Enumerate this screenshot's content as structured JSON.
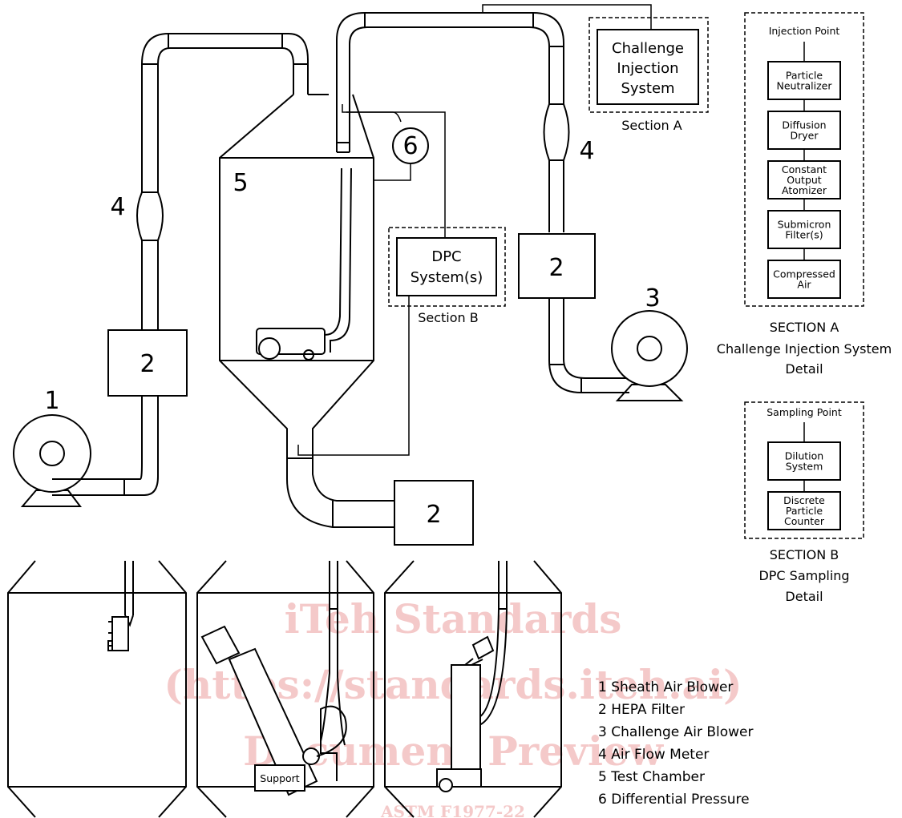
{
  "numbers": {
    "n1": "1",
    "n2": "2",
    "n3": "3",
    "n4": "4",
    "n5": "5",
    "n6": "6"
  },
  "main": {
    "challenge_injection_lines": [
      "Challenge",
      "Injection",
      "System"
    ],
    "section_a_caption": "Section A",
    "dpc_system_lines": [
      "DPC",
      "System(s)"
    ],
    "section_b_caption": "Section B",
    "support_label": "Support"
  },
  "section_a_detail": {
    "header": "Injection Point",
    "boxes": [
      [
        "Particle",
        "Neutralizer"
      ],
      [
        "Diffusion",
        "Dryer"
      ],
      [
        "Constant",
        "Output",
        "Atomizer"
      ],
      [
        "Submicron",
        "Filter(s)"
      ],
      [
        "Compressed",
        "Air"
      ]
    ],
    "caption": [
      "SECTION A",
      "Challenge Injection System",
      "Detail"
    ]
  },
  "section_b_detail": {
    "header": "Sampling Point",
    "boxes": [
      [
        "Dilution",
        "System"
      ],
      [
        "Discrete",
        "Particle",
        "Counter"
      ]
    ],
    "caption": [
      "SECTION B",
      "DPC Sampling",
      "Detail"
    ]
  },
  "legend": [
    "1 Sheath Air Blower",
    "2 HEPA Filter",
    "3 Challenge Air Blower",
    "4 Air Flow Meter",
    "5 Test Chamber",
    "6 Differential Pressure"
  ],
  "watermark": {
    "line1": "iTeh Standards",
    "line2": "(https://standards.iteh.ai)",
    "line3": "Document Preview",
    "line4": "ASTM F1977-22"
  },
  "colors": {
    "watermark": "#f4c9c9",
    "line": "#000000"
  }
}
